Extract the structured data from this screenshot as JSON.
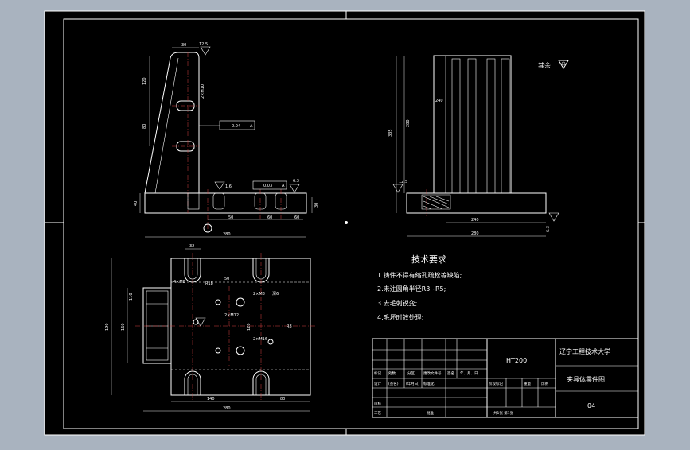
{
  "notes": {
    "title": "技术要求",
    "items": [
      "1.铸件不得有缩孔疏松等缺陷;",
      "2.未注圆角半径R3~R5;",
      "3.去毛刺锐变;",
      "4.毛坯时效处理;"
    ]
  },
  "roughness_rest": "其余",
  "title_block": {
    "material": "HT200",
    "school": "辽宁工程技术大学",
    "part_name": "夹具体零件图",
    "drawing_no": "04",
    "row_labels": [
      "标记",
      "处数",
      "分区",
      "更改文件号",
      "签名",
      "年、月、日"
    ],
    "design_labels": [
      "设计",
      "(签名)",
      "(年月日)",
      "标准化"
    ],
    "stage_labels": [
      "阶段标记",
      "重量",
      "比例"
    ],
    "audit_label": "审核",
    "process_label": "工艺",
    "approve_label": "批准",
    "sheets": "共1张 第1张"
  },
  "dims": {
    "front_top": "30",
    "front_roughness_top": "12.5",
    "front_h1": "120",
    "front_h2": "80",
    "front_hole": "2×M10",
    "front_tol1": "0.04",
    "front_tol1_ref": "A",
    "front_tol2": "0.03",
    "front_tol2_ref": "A",
    "front_ra_left": "1.6",
    "front_ra_right": "6.3",
    "front_base_h": "40",
    "front_base_h2": "30",
    "front_b1": "50",
    "front_b2": "60",
    "front_b3": "60",
    "front_total": "280",
    "side_h": "335",
    "side_h2": "280",
    "side_inner": "240",
    "side_total": "280",
    "side_ra": "6.3",
    "side_ra_left": "12.5",
    "top_w1": "32",
    "top_hole1": "4×M8",
    "top_r": "R18",
    "top_h1": "50",
    "top_hole2": "2×M8",
    "top_depth": "深6",
    "top_hole3": "2×M12",
    "top_hole4": "2×M16",
    "top_h2": "190",
    "top_h3": "160",
    "top_h4": "110",
    "top_h5": "120",
    "top_w2": "140",
    "top_w3": "80",
    "top_total": "280",
    "top_r2": "R8"
  }
}
